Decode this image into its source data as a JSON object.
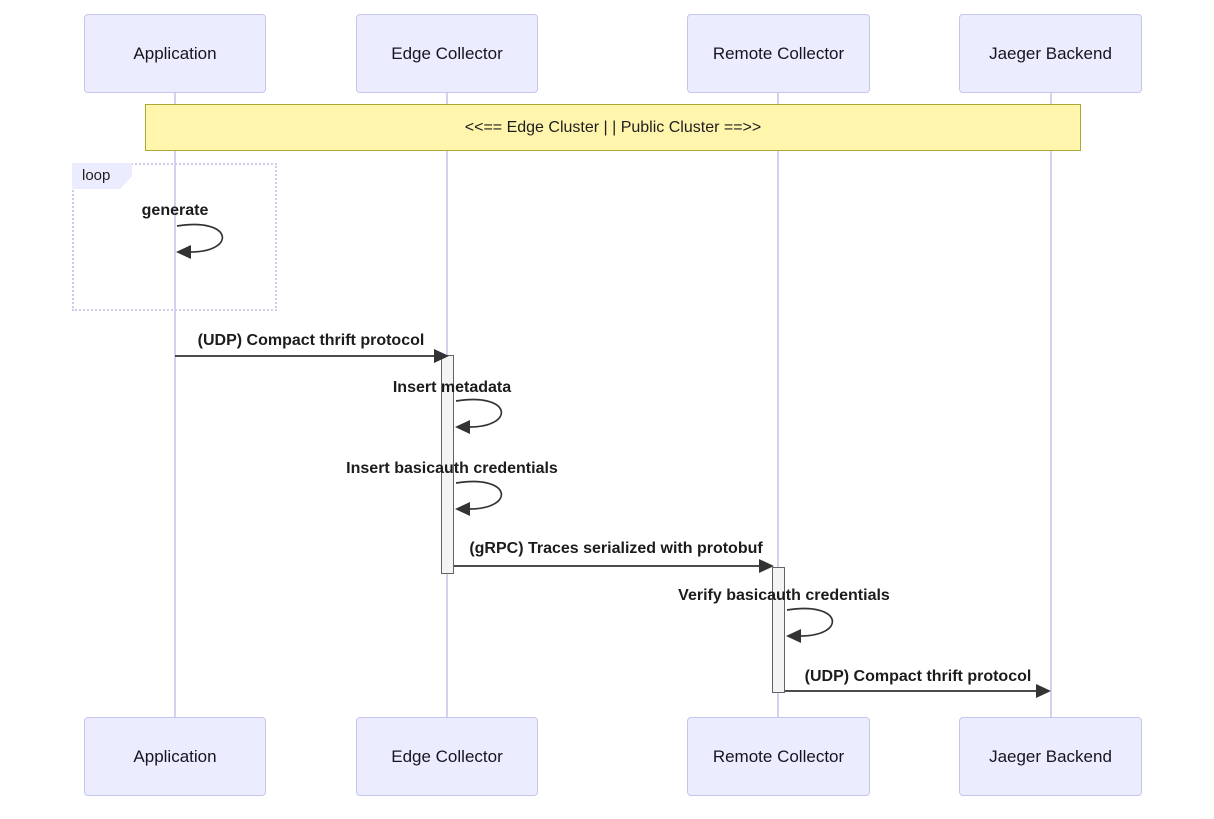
{
  "participants": [
    {
      "name": "Application"
    },
    {
      "name": "Edge Collector"
    },
    {
      "name": "Remote Collector"
    },
    {
      "name": "Jaeger Backend"
    }
  ],
  "note": {
    "text": "<<== Edge Cluster | | Public Cluster ==>>"
  },
  "loop": {
    "label": "loop",
    "message": "generate"
  },
  "messages": [
    {
      "text": "(UDP) Compact thrift protocol",
      "from": "Application",
      "to": "Edge Collector",
      "type": "solid-arrow"
    },
    {
      "text": "Insert metadata",
      "on": "Edge Collector",
      "type": "self"
    },
    {
      "text": "Insert basicauth credentials",
      "on": "Edge Collector",
      "type": "self"
    },
    {
      "text": "(gRPC) Traces serialized with protobuf",
      "from": "Edge Collector",
      "to": "Remote Collector",
      "type": "solid-arrow"
    },
    {
      "text": "Verify basicauth credentials",
      "on": "Remote Collector",
      "type": "self"
    },
    {
      "text": "(UDP) Compact thrift protocol",
      "from": "Remote Collector",
      "to": "Jaeger Backend",
      "type": "solid-arrow"
    }
  ],
  "colors": {
    "participant_fill": "#ECECFF",
    "participant_border": "#C5C5F0",
    "lifeline": "#D5D0EE",
    "note_fill": "#FFF5AD",
    "note_border": "#AAAA33",
    "loop_border": "#CFC9EC",
    "activation_fill": "#F4F4F4",
    "activation_border": "#636363",
    "arrow": "#333333"
  }
}
